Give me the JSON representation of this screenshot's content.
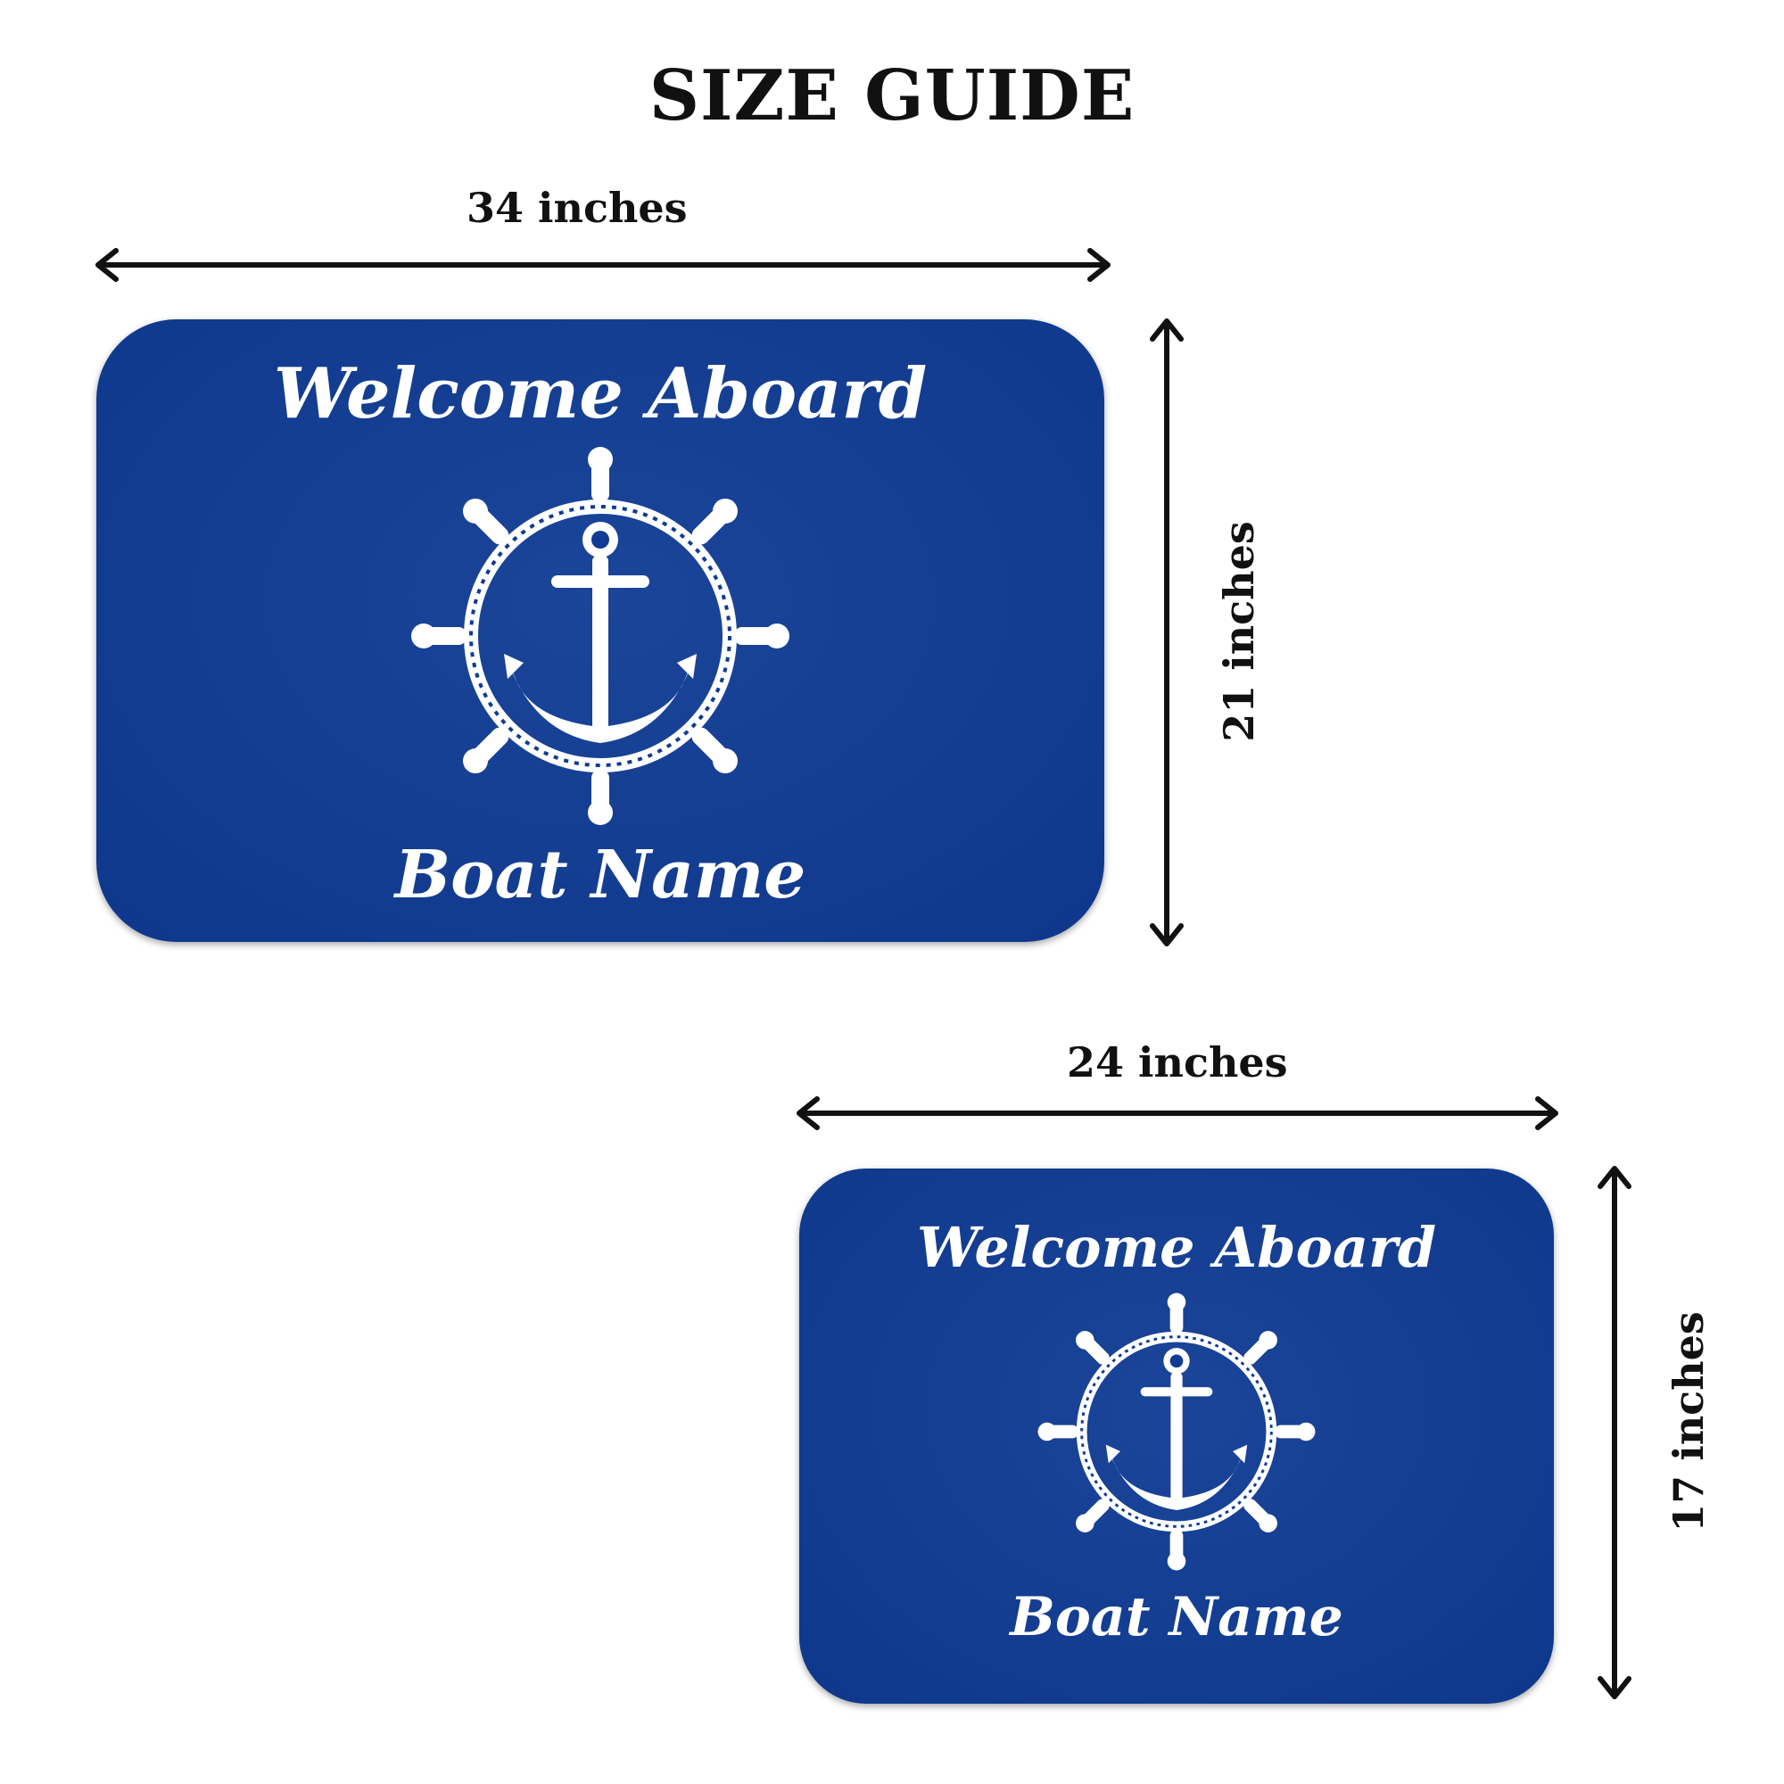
{
  "title": "SIZE GUIDE",
  "large_mat": {
    "width_label": "34 inches",
    "height_label": "21 inches",
    "greeting": "Welcome Aboard",
    "name": "Boat Name"
  },
  "small_mat": {
    "width_label": "24 inches",
    "height_label": "17 inches",
    "greeting": "Welcome Aboard",
    "name": "Boat Name"
  },
  "icons": {
    "emblem": "ship-wheel-anchor-icon",
    "dimension_arrow": "double-arrow-icon"
  },
  "colors": {
    "mat": "#0f3b94",
    "print": "#ffffff",
    "text": "#111111"
  }
}
